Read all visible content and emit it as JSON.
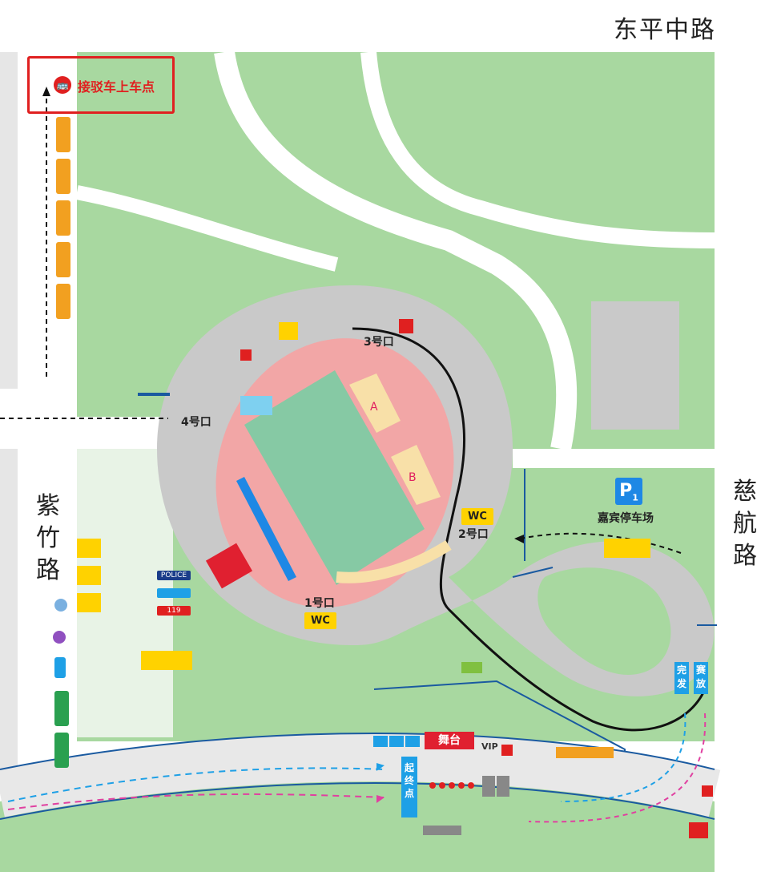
{
  "roads": {
    "top_right": "东平中路",
    "left": "紫竹路",
    "right": "慈航路"
  },
  "pickup": {
    "label": "接驳车上车点",
    "icon": "bus-icon"
  },
  "gates": {
    "gate1": "1号口",
    "gate2": "2号口",
    "gate3": "3号口",
    "gate4": "4号口"
  },
  "wc_labels": {
    "wc_gate1": "WC",
    "wc_gate2": "WC"
  },
  "parking": {
    "icon_text": "P",
    "sub": "1",
    "label": "嘉宾停车场"
  },
  "facilities": {
    "stage": "舞台",
    "start_finish": "起终点",
    "vip": "VIP",
    "start_release": "完发",
    "race_release": "赛放",
    "police": "POLICE",
    "fire": "119"
  },
  "colors": {
    "grass": "#a8d8a0",
    "road_gray": "#c9c9c9",
    "track_pink": "#f2a6a6",
    "field_green": "#86c9a4",
    "route_blue": "#1a5aa0",
    "accent_red": "#e02020",
    "sign_yellow": "#ffd200",
    "bus_orange": "#f2a020"
  }
}
